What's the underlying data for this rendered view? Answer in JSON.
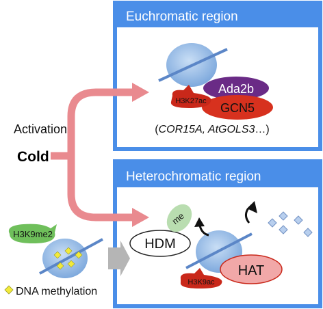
{
  "panels": {
    "euchromatic": {
      "title": "Euchromatic region"
    },
    "heterochromatic": {
      "title": "Heterochromatic region"
    }
  },
  "labels": {
    "activation": "Activation",
    "cold": "Cold",
    "h3k27ac": "H3K27ac",
    "ada2b": "Ada2b",
    "gcn5": "GCN5",
    "genes": "(COR15A, AtGOLS3…)",
    "genes_italic": "COR15A, AtGOLS3",
    "genes_open": "(",
    "genes_close": "…)",
    "h3k9me2": "H3K9me2",
    "dna_methylation": "DNA methylation",
    "me": "me",
    "hdm": "HDM",
    "hat": "HAT",
    "h3k9ac": "H3K9ac"
  },
  "colors": {
    "panel_border": "#4a8ee8",
    "panel_title_bg": "#4a8ee8",
    "arrow_pink": "#e98a8f",
    "nucleosome": "#8fb7e6",
    "dna_line": "#5b86c7",
    "ada2b": "#6a2b86",
    "gcn5": "#d7311e",
    "mark_red": "#c9281a",
    "hat": "#f1a8a8",
    "me_green": "#b9ddb0",
    "h3k9me2_green": "#6fbf5b",
    "methyl_yellow": "#f2ea3a",
    "diamond_blue": "#b8cfee",
    "gray_arrow": "#b5b5b5"
  },
  "icons": [
    "nucleosome-icon",
    "curved-arrow-icon",
    "methyl-diamond-icon",
    "acetyl-diamond-icon"
  ]
}
